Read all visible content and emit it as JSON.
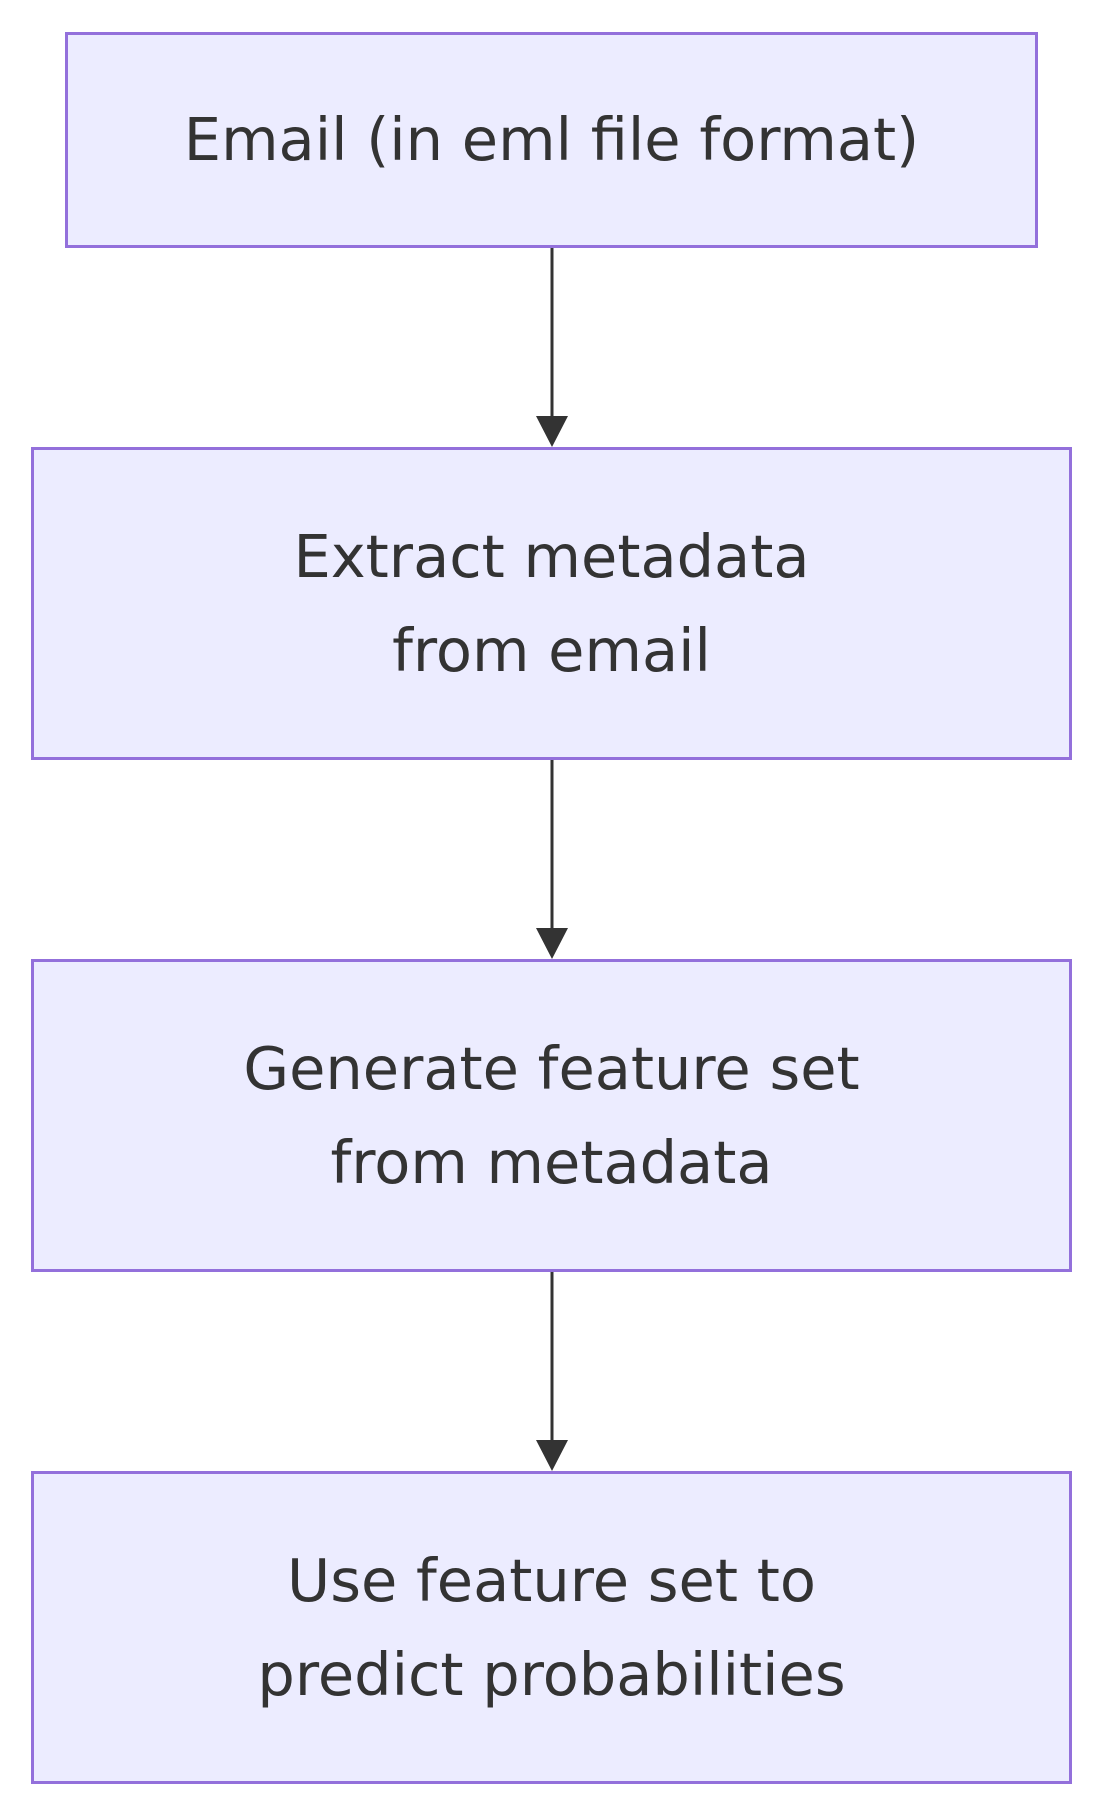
{
  "flowchart": {
    "nodes": [
      {
        "id": "email",
        "label": "Email (in eml file format)"
      },
      {
        "id": "extract",
        "label": "Extract metadata from email"
      },
      {
        "id": "generate",
        "label": "Generate feature set from metadata"
      },
      {
        "id": "predict",
        "label": "Use feature set to predict probabilities"
      }
    ],
    "edges": [
      {
        "from": "email",
        "to": "extract"
      },
      {
        "from": "extract",
        "to": "generate"
      },
      {
        "from": "generate",
        "to": "predict"
      }
    ]
  },
  "colors": {
    "node_fill": "#ececff",
    "node_border": "#9370db",
    "text": "#333333",
    "edge": "#333333"
  }
}
